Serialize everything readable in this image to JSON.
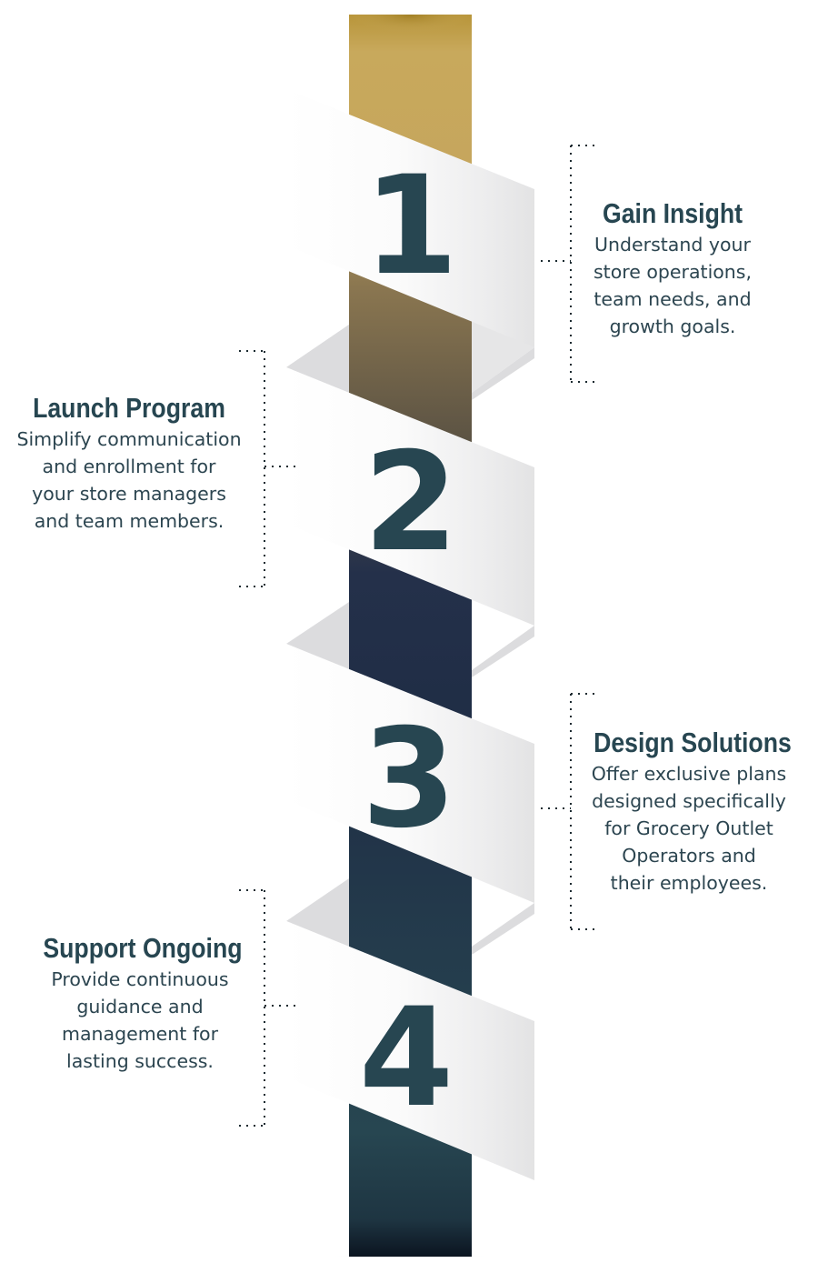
{
  "colors": {
    "text": "#274651",
    "pillar_top": "#c8a95c",
    "pillar_mid": "#6b5f4a",
    "pillar_navy": "#1f2d45",
    "pillar_bottom": "#274651",
    "band": "#f2f2f3",
    "fold": "#dcdcde"
  },
  "steps": [
    {
      "number": "1",
      "title": "Gain Insight",
      "description": "Understand your\nstore operations,\nteam needs, and\ngrowth goals.",
      "side": "right"
    },
    {
      "number": "2",
      "title": "Launch Program",
      "description": "Simplify communication\nand enrollment for\nyour store managers\nand team members.",
      "side": "left"
    },
    {
      "number": "3",
      "title": "Design Solutions",
      "description": "Offer exclusive plans\ndesigned specifically\nfor Grocery Outlet\nOperators and\ntheir employees.",
      "side": "right"
    },
    {
      "number": "4",
      "title": "Support Ongoing",
      "description": "Provide continuous\nguidance and\nmanagement for\nlasting success.",
      "side": "left"
    }
  ]
}
